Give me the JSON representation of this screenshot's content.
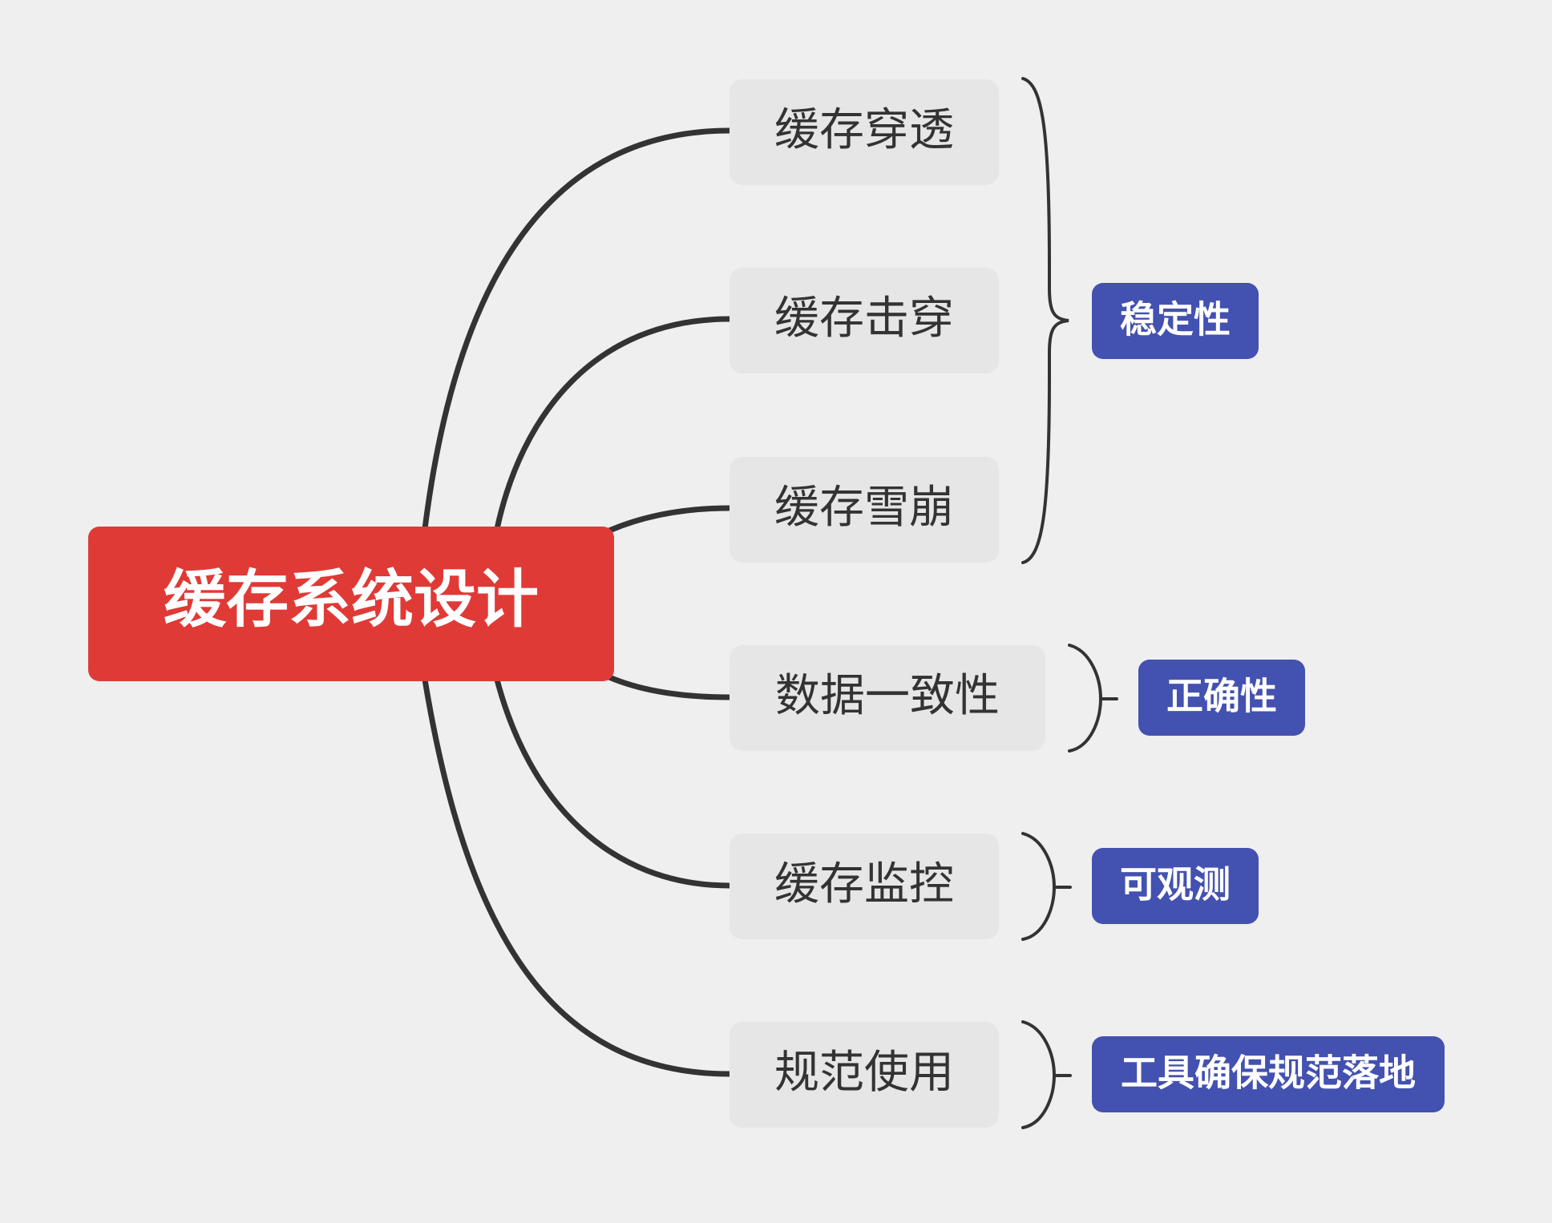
{
  "root": {
    "label": "缓存系统设计",
    "color": "#e03a37"
  },
  "branches": [
    {
      "label": "缓存穿透"
    },
    {
      "label": "缓存击穿"
    },
    {
      "label": "缓存雪崩"
    },
    {
      "label": "数据一致性"
    },
    {
      "label": "缓存监控"
    },
    {
      "label": "规范使用"
    }
  ],
  "summaries": [
    {
      "label": "稳定性",
      "covers": [
        "缓存穿透",
        "缓存击穿",
        "缓存雪崩"
      ]
    },
    {
      "label": "正确性",
      "covers": [
        "数据一致性"
      ]
    },
    {
      "label": "可观测",
      "covers": [
        "缓存监控"
      ]
    },
    {
      "label": "工具确保规范落地",
      "covers": [
        "规范使用"
      ]
    }
  ],
  "colors": {
    "background": "#efefef",
    "root": "#e03a37",
    "topic": "#e6e6e6",
    "summary": "#4351b0",
    "line": "#333333"
  }
}
